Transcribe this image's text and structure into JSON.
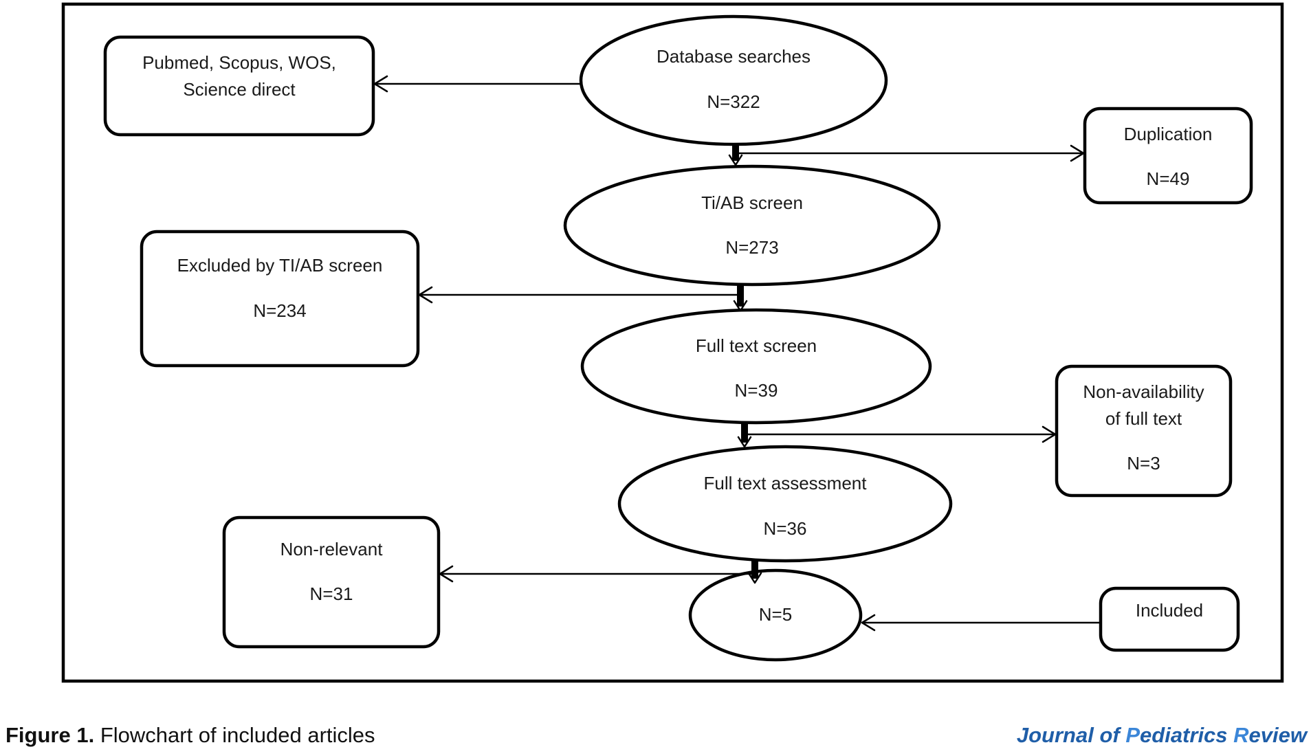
{
  "diagram": {
    "nodes": {
      "sources": {
        "lines": [
          "Pubmed, Scopus, WOS,",
          "Science direct"
        ]
      },
      "database": {
        "lines": [
          "Database searches",
          "N=322"
        ]
      },
      "duplication": {
        "lines": [
          "Duplication",
          "N=49"
        ]
      },
      "tiab": {
        "lines": [
          "Ti/AB screen",
          "N=273"
        ]
      },
      "excluded": {
        "lines": [
          "Excluded by TI/AB screen",
          "N=234"
        ]
      },
      "fulltext": {
        "lines": [
          "Full text screen",
          "N=39"
        ]
      },
      "nonavail": {
        "lines": [
          "Non-availability",
          "of full text",
          "N=3"
        ]
      },
      "assessment": {
        "lines": [
          "Full text assessment",
          "N=36"
        ]
      },
      "nonrelevant": {
        "lines": [
          "Non-relevant",
          "N=31"
        ]
      },
      "final": {
        "lines": [
          "N=5"
        ]
      },
      "included": {
        "lines": [
          "Included"
        ]
      }
    }
  },
  "caption": {
    "figure_label": "Figure 1.",
    "text": " Flowchart of included articles"
  },
  "journal": {
    "w1_initial": "J",
    "w1_rest": "ournal ",
    "w2": "of ",
    "w3_initial": "P",
    "w3_rest": "ediatrics ",
    "w4_initial": "R",
    "w4_rest": "eview"
  }
}
